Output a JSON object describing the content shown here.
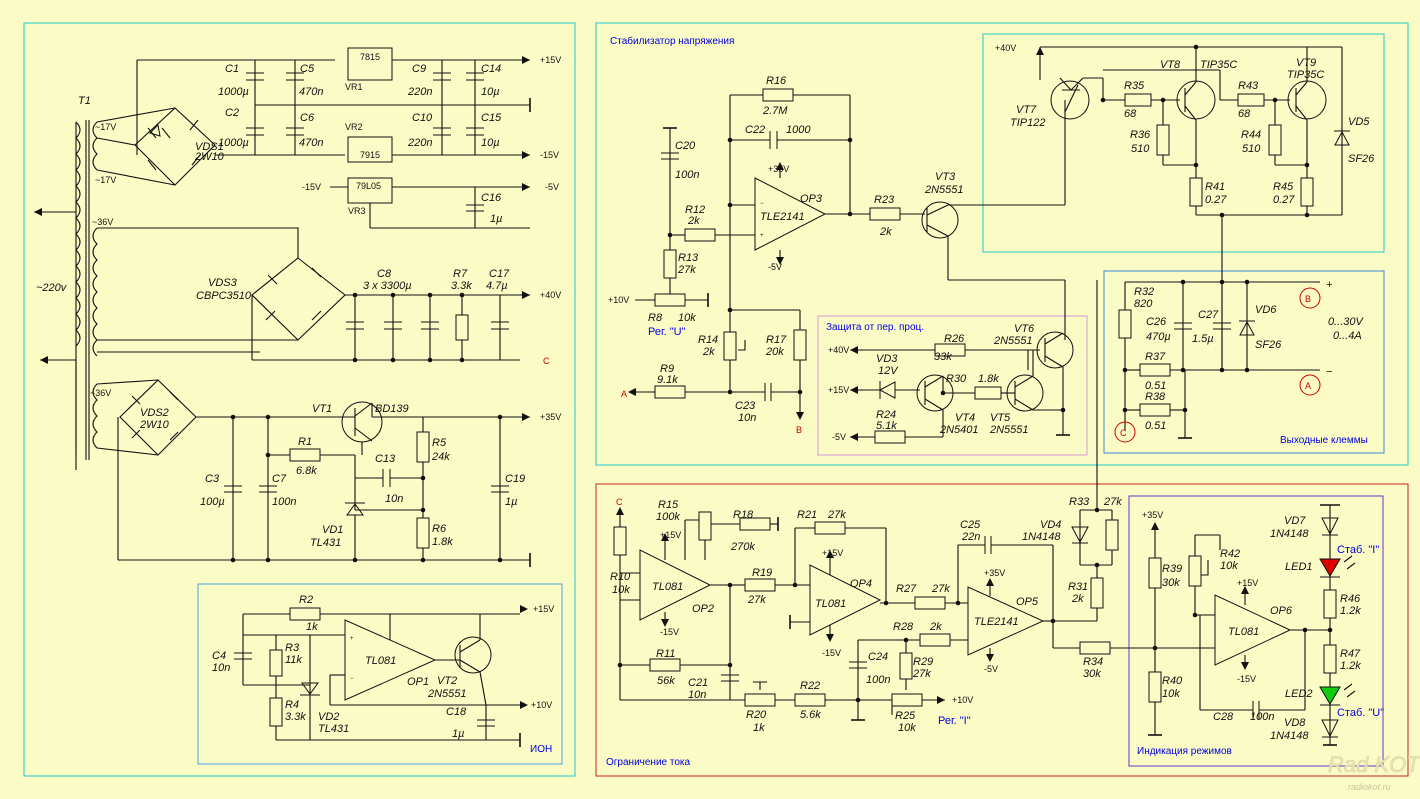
{
  "sections": {
    "voltage_stabilizer": "Стабилизатор напряжения",
    "overcurrent_protection": "Защита от пер. проц.",
    "output_terminals": "Выходные клеммы",
    "current_limit": "Ограничение тока",
    "mode_indication": "Индикация режимов",
    "reference": "ИОН"
  },
  "transformer": {
    "ref": "T1",
    "primary": "~220v",
    "taps": [
      "~17V",
      "~17V",
      "~36V",
      "~36V"
    ]
  },
  "rails": {
    "p15": "+15V",
    "m15": "-15V",
    "m5": "-5V",
    "p40": "+40V",
    "p35": "+35V",
    "p10": "+10V",
    "c": "C",
    "a": "A",
    "b": "B"
  },
  "power": {
    "c1": "C1",
    "c1v": "1000µ",
    "c2": "C2",
    "c2v": "1000µ",
    "c5": "C5",
    "c5v": "470n",
    "c6": "C6",
    "c6v": "470n",
    "vr1": "7815",
    "vr1r": "VR1",
    "vr2": "7915",
    "vr2r": "VR2",
    "vr3": "79L05",
    "vr3r": "VR3",
    "c9": "C9",
    "c9v": "220n",
    "c10": "C10",
    "c10v": "220n",
    "c14": "C14",
    "c14v": "10µ",
    "c15": "C15",
    "c15v": "10µ",
    "c16": "C16",
    "c16v": "1µ",
    "vds1": "VDS1",
    "vds1v": "2W10",
    "vds3": "VDS3",
    "vds3v": "CBPC3510",
    "c8": "C8",
    "c8v": "3 x 3300µ",
    "r7": "R7",
    "r7v": "3.3k",
    "c17": "C17",
    "c17v": "4.7µ",
    "vds2": "VDS2",
    "vds2v": "2W10",
    "vt1": "VT1",
    "vt1v": "BD139",
    "c3": "C3",
    "c3v": "100µ",
    "c7": "C7",
    "c7v": "100n",
    "r1": "R1",
    "r1v": "6.8k",
    "c13": "C13",
    "c13v": "10n",
    "r5": "R5",
    "r5v": "24k",
    "r6": "R6",
    "r6v": "1.8k",
    "vd1": "VD1",
    "vd1v": "TL431",
    "c19": "C19",
    "c19v": "1µ"
  },
  "ion": {
    "r2": "R2",
    "r2v": "1k",
    "r3": "R3",
    "r3v": "11k",
    "r4": "R4",
    "r4v": "3.3k",
    "c4": "C4",
    "c4v": "10n",
    "vd2": "VD2",
    "vd2v": "TL431",
    "op1": "OP1",
    "op1v": "TL081",
    "vt2": "VT2",
    "vt2v": "2N5551",
    "c18": "C18",
    "c18v": "1µ"
  },
  "stab": {
    "r16": "R16",
    "r16v": "2.7M",
    "c22": "C22",
    "c22v": "1000",
    "c20": "C20",
    "c20v": "100n",
    "r12": "R12",
    "r12v": "2k",
    "r13": "R13",
    "r13v": "27k",
    "r8": "R8",
    "r8v": "10k",
    "reg_u": "Рег. \"U\"",
    "op3": "OP3",
    "op3v": "TLE2141",
    "r23": "R23",
    "r23v": "2k",
    "vt3": "VT3",
    "vt3v": "2N5551",
    "r14": "R14",
    "r14v": "2k",
    "r17": "R17",
    "r17v": "20k",
    "r9": "R9",
    "r9v": "9.1k",
    "c23": "C23",
    "c23v": "10n",
    "vt7": "VT7",
    "vt7v": "TIP122",
    "vt8": "VT8",
    "vt8v": "TIP35C",
    "vt9": "VT9",
    "vt9v": "TIP35C",
    "r35": "R35",
    "r35v": "68",
    "r43": "R43",
    "r43v": "68",
    "r36": "R36",
    "r36v": "510",
    "r44": "R44",
    "r44v": "510",
    "r41": "R41",
    "r41v": "0.27",
    "r45": "R45",
    "r45v": "0.27",
    "vd5": "VD5",
    "vd5v": "SF26"
  },
  "prot": {
    "r26": "R26",
    "r26v": "33k",
    "vt6": "VT6",
    "vt6v": "2N5551",
    "vd3": "VD3",
    "vd3v": "12V",
    "r30": "R30",
    "r30v": "1.8k",
    "r24": "R24",
    "r24v": "5.1k",
    "vt4": "VT4",
    "vt4v": "2N5401",
    "vt5": "VT5",
    "vt5v": "2N5551"
  },
  "out": {
    "r32": "R32",
    "r32v": "820",
    "c26": "C26",
    "c26v": "470µ",
    "c27": "C27",
    "c27v": "1.5µ",
    "vd6": "VD6",
    "vd6v": "SF26",
    "r37": "R37",
    "r37v": "0.51",
    "r38": "R38",
    "r38v": "0.51",
    "range_v": "0...30V",
    "range_a": "0...4A",
    "plus": "+",
    "minus": "−"
  },
  "curr": {
    "r15": "R15",
    "r15v": "100k",
    "r18": "R18",
    "r18v": "270k",
    "r10": "R10",
    "r10v": "10k",
    "op2": "OP2",
    "op2v": "TL081",
    "r19": "R19",
    "r19v": "27k",
    "r21": "R21",
    "r21v": "27k",
    "op4": "OP4",
    "op4v": "TL081",
    "r11": "R11",
    "r11v": "56k",
    "c21": "C21",
    "c21v": "10n",
    "r20": "R20",
    "r20v": "1k",
    "r22": "R22",
    "r22v": "5.6k",
    "c24": "C24",
    "c24v": "100n",
    "r27": "R27",
    "r27v": "27k",
    "r28": "R28",
    "r28v": "2k",
    "r29": "R29",
    "r29v": "27k",
    "r25": "R25",
    "r25v": "10k",
    "reg_i": "Рег. \"I\"",
    "c25": "C25",
    "c25v": "22n",
    "op5": "OP5",
    "op5v": "TLE2141",
    "vd4": "VD4",
    "vd4v": "1N4148",
    "r33": "R33",
    "r33v": "27k",
    "r31": "R31",
    "r31v": "2k",
    "r34": "R34",
    "r34v": "30k"
  },
  "ind": {
    "r39": "R39",
    "r39v": "30k",
    "r42": "R42",
    "r42v": "10k",
    "r40": "R40",
    "r40v": "10k",
    "op6": "OP6",
    "op6v": "TL081",
    "c28": "C28",
    "c28v": "100n",
    "vd7": "VD7",
    "vd7v": "1N4148",
    "vd8": "VD8",
    "vd8v": "1N4148",
    "led1": "LED1",
    "led2": "LED2",
    "stab_i": "Стаб. \"I\"",
    "stab_u": "Стаб. \"U\"",
    "r46": "R46",
    "r46v": "1.2k",
    "r47": "R47",
    "r47v": "1.2k"
  },
  "watermark": {
    "logo": "Rad KOT",
    "site": "radiokot.ru"
  },
  "colors": {
    "background": "#fbfbc6",
    "wire": "#111111",
    "stab_frame": "#22c9c9",
    "prot_frame": "#d89ad8",
    "out_frame": "#3a8ad8",
    "curr_frame": "#cc2222",
    "ind_frame": "#6a35c8",
    "ion_frame": "#4aa0e8",
    "led_red": "#dd0000",
    "led_green": "#11cc11"
  }
}
